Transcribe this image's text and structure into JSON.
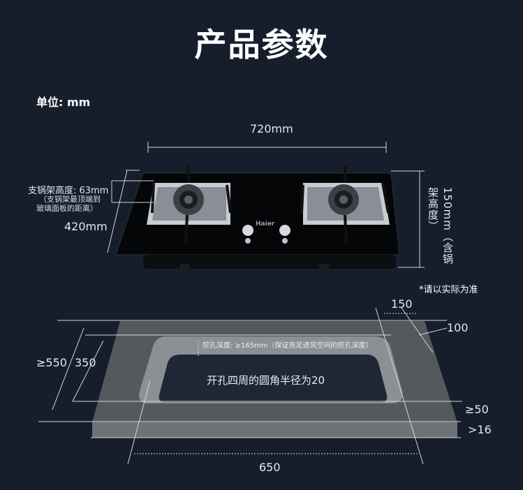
{
  "title": "产品参数",
  "unit_label": "单位: mm",
  "stove": {
    "width_label": "720mm",
    "depth_label": "420mm",
    "height_label": "150mm（含锅架高度）",
    "support_height_label": "支锅架高度: 63mm",
    "support_height_note_line1": "（支锅架最顶端到",
    "support_height_note_line2": "玻璃面板的距离）",
    "brand_text": "Haier"
  },
  "disclaimer": "*请以实际为准",
  "cutout": {
    "dim_150": "150",
    "dim_100": "100",
    "dim_550": "≥550",
    "dim_350": "350",
    "dim_50": "≥50",
    "dim_16": ">16",
    "dim_650": "650",
    "depth_note": "挖孔深度: ≥165mm（保证充足进风空间的挖孔深度）",
    "radius_note": "开孔四周的圆角半径为20"
  }
}
